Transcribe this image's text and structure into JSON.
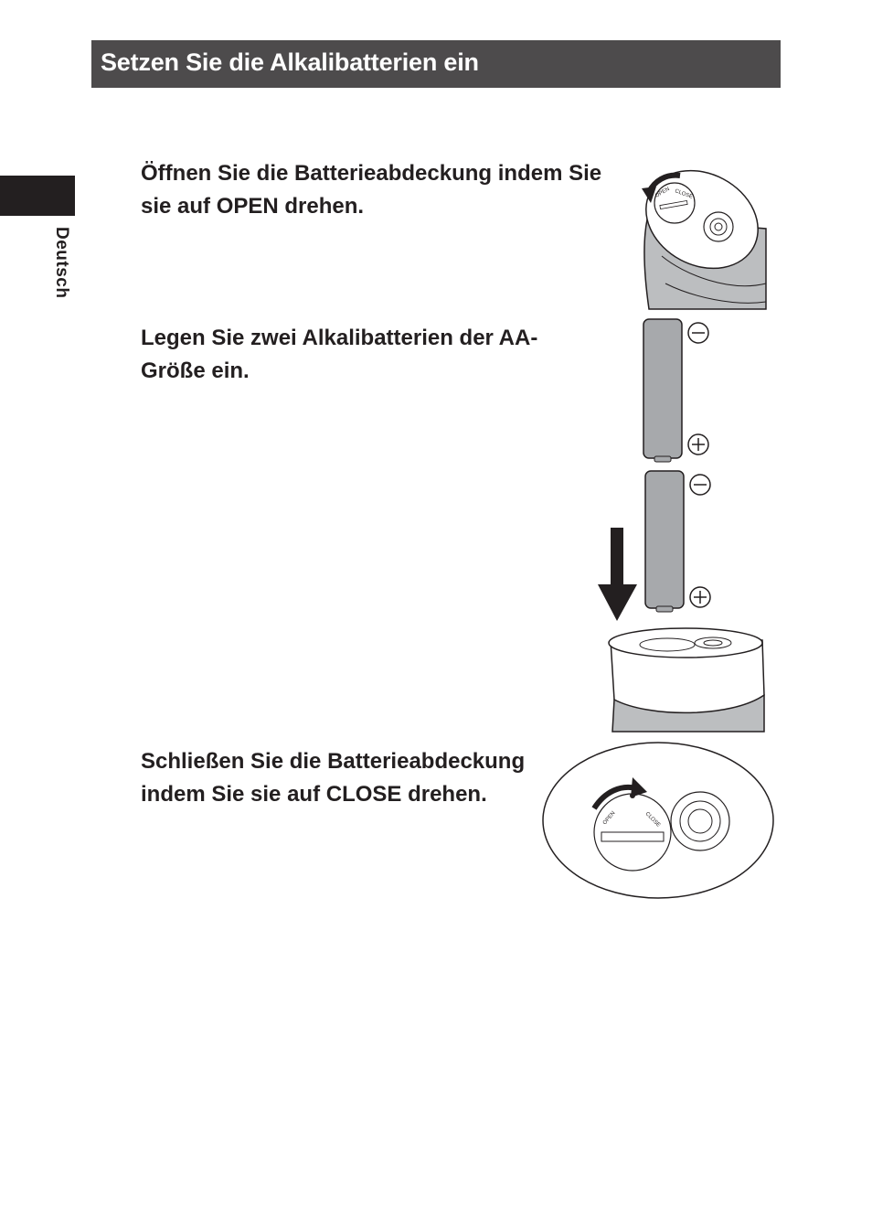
{
  "header": {
    "title": "Setzen Sie die Alkalibatterien ein"
  },
  "sidebar": {
    "language": "Deutsch"
  },
  "steps": [
    {
      "text": "Öffnen Sie die Batterieabdeckung indem Sie sie auf OPEN drehen."
    },
    {
      "text": "Legen Sie zwei Alkalibatterien der AA-Größe ein."
    },
    {
      "text": "Schließen Sie die Batterieabdeckung indem Sie sie auf CLOSE drehen."
    }
  ],
  "illustrations": {
    "cover_label_open": "OPEN",
    "cover_label_close": "CLOSE",
    "battery_negative": "⊖",
    "battery_positive": "⊕"
  },
  "colors": {
    "header_bg": "#4d4b4c",
    "tab_bg": "#231f20",
    "battery_fill": "#a7a9ac"
  }
}
